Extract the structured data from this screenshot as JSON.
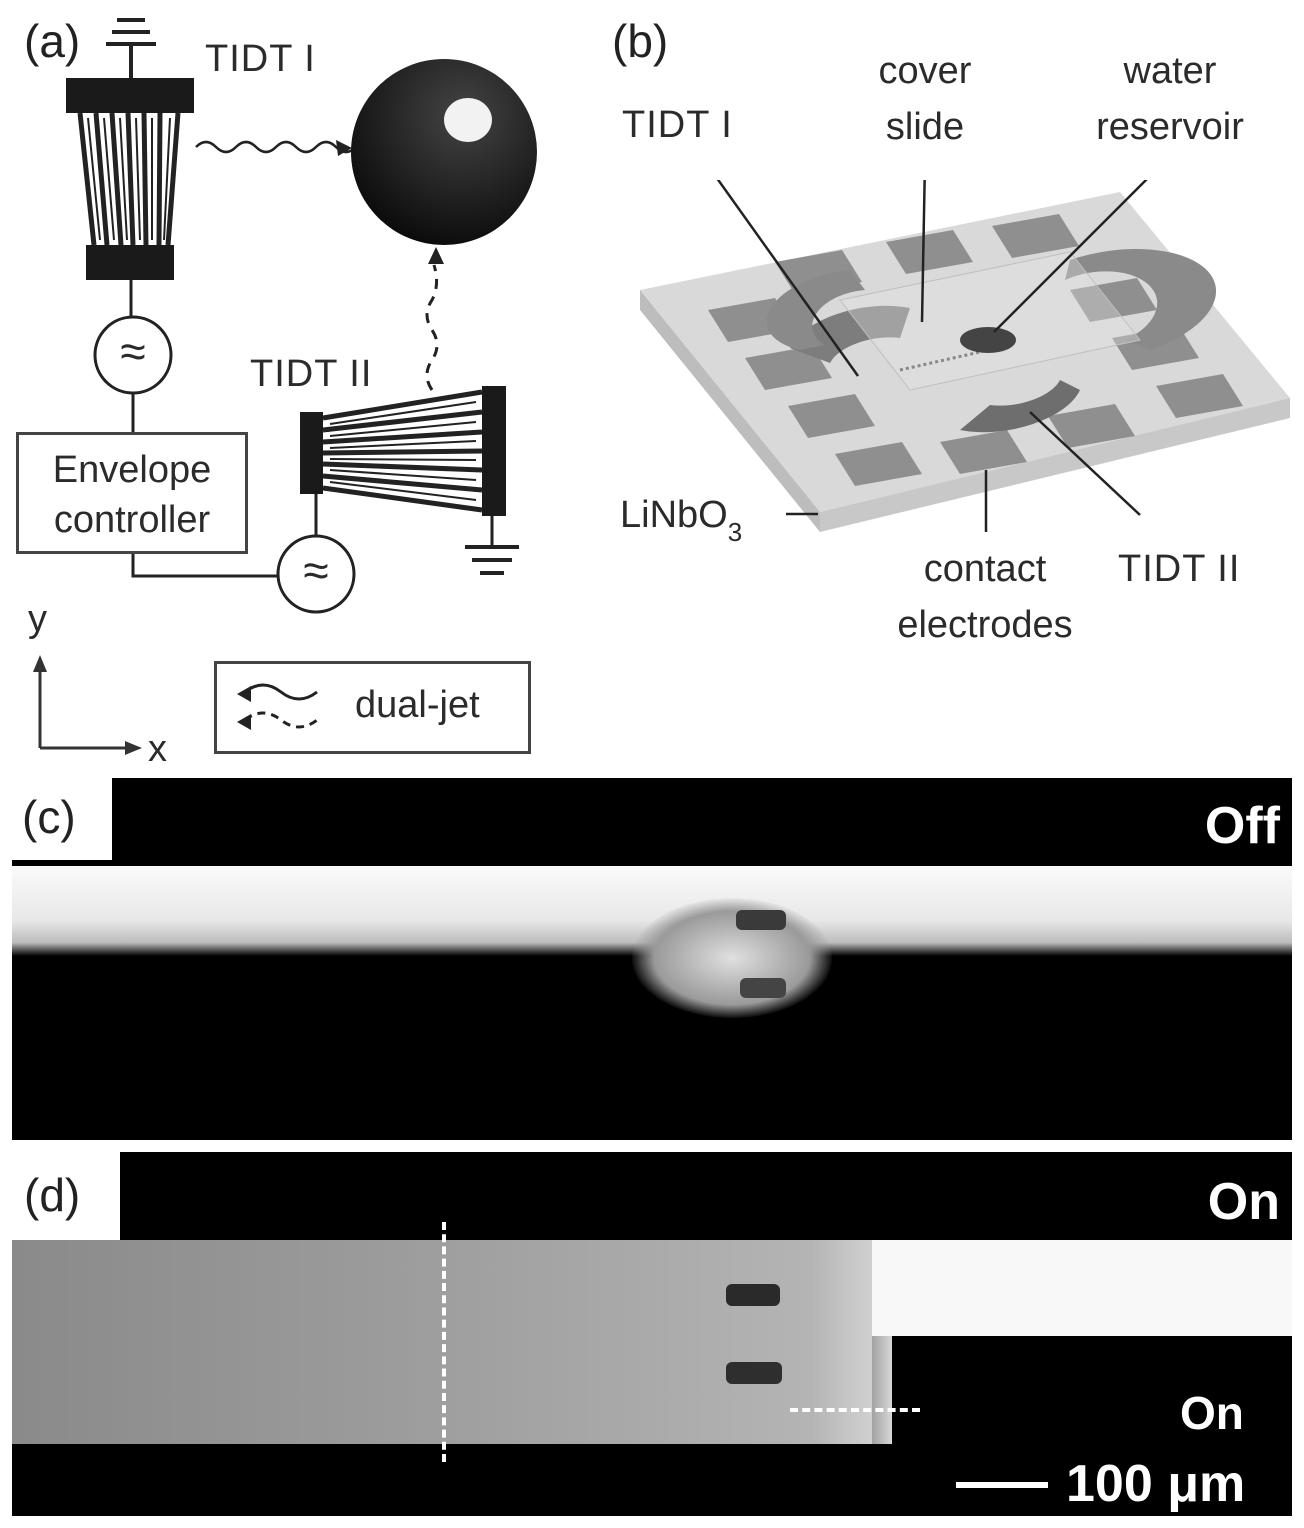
{
  "panel_a": {
    "letter": "(a)",
    "tidt1": "TIDT I",
    "tidt2": "TIDT II",
    "envelope_line1": "Envelope",
    "envelope_line2": "controller",
    "source_symbol": "≈",
    "axis_y": "y",
    "axis_x": "x",
    "legend_label": "dual-jet"
  },
  "panel_b": {
    "letter": "(b)",
    "tidt1": "TIDT I",
    "cover_line1": "cover",
    "cover_line2": "slide",
    "water_line1": "water",
    "water_line2": "reservoir",
    "substrate": "LiNbO",
    "substrate_sub": "3",
    "contact_line1": "contact",
    "contact_line2": "electrodes",
    "tidt2": "TIDT II"
  },
  "panel_c": {
    "letter": "(c)",
    "state": "Off"
  },
  "panel_d": {
    "letter": "(d)",
    "state": "On",
    "inner_label": "On",
    "scale": "100 μm"
  }
}
